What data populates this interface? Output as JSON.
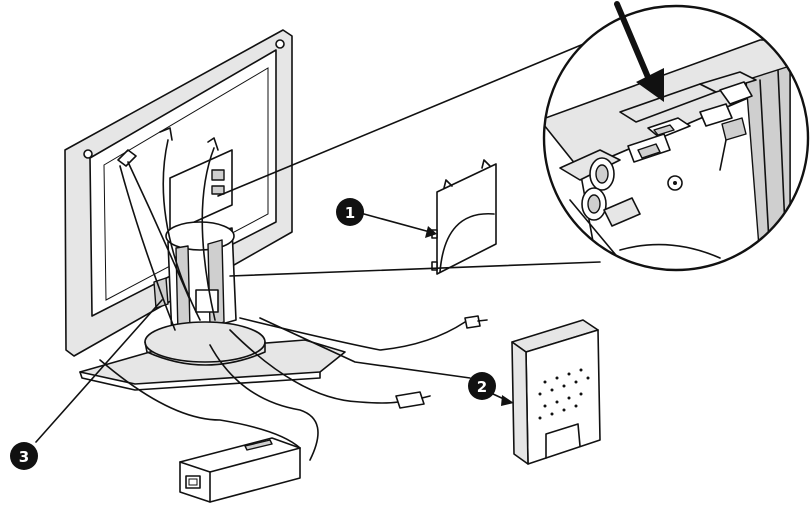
{
  "callouts": [
    {
      "id": "1",
      "label": "1"
    },
    {
      "id": "2",
      "label": "2"
    },
    {
      "id": "3",
      "label": "3"
    }
  ],
  "colors": {
    "line": "#111111",
    "fill": "#ffffff",
    "shade": "#e6e6e6"
  }
}
